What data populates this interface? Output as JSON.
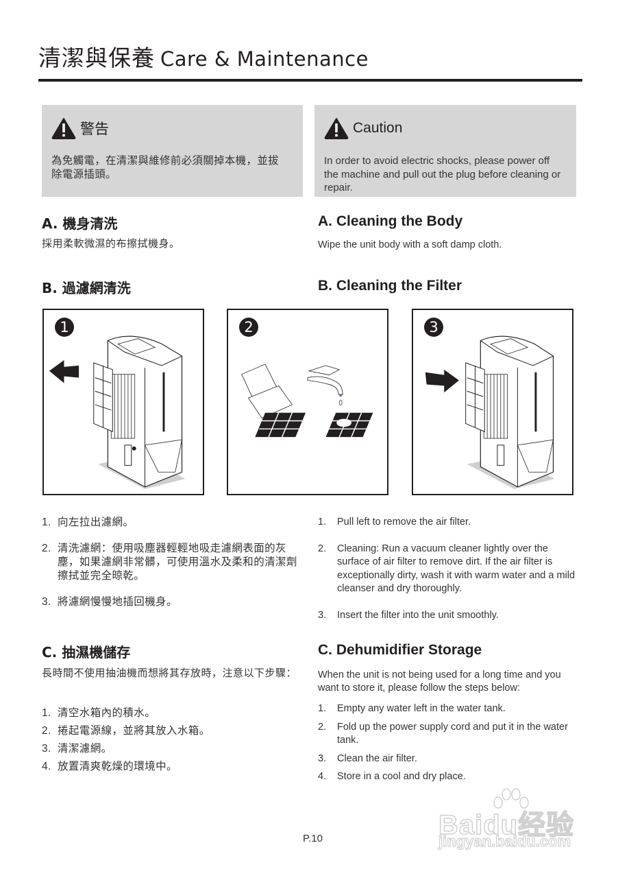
{
  "header": {
    "title_zh": "清潔與保養",
    "title_en": "Care & Maintenance"
  },
  "warning": {
    "zh": {
      "label": "警告",
      "icon": "warning-triangle-icon",
      "text": "為免觸電，在清潔與維修前必須關掉本機，並拔除電源插頭。"
    },
    "en": {
      "label": "Caution",
      "icon": "warning-triangle-icon",
      "text": "In order to avoid electric shocks, please power off the machine and pull out the plug before cleaning or repair."
    }
  },
  "section_a": {
    "zh": {
      "heading": "A. 機身清洗",
      "text": "採用柔軟微濕的布擦拭機身。"
    },
    "en": {
      "heading": "A. Cleaning the Body",
      "text": "Wipe the unit body with a soft damp cloth."
    }
  },
  "section_b": {
    "zh": {
      "heading": "B. 過濾網清洗"
    },
    "en": {
      "heading": "B. Cleaning the Filter"
    },
    "illustrations": [
      {
        "step": "1",
        "depicts": "pull filter out to the left"
      },
      {
        "step": "2",
        "depicts": "vacuum and wash filter"
      },
      {
        "step": "3",
        "depicts": "insert filter back into unit"
      }
    ],
    "steps_zh": [
      {
        "num": "1.",
        "text": "向左拉出濾網。"
      },
      {
        "num": "2.",
        "text": "清洗濾網：使用吸塵器輕輕地吸走濾網表面的灰塵，如果濾網非常髒，可使用溫水及柔和的清潔劑擦拭並完全晾乾。"
      },
      {
        "num": "3.",
        "text": "將濾網慢慢地插回機身。"
      }
    ],
    "steps_en": [
      {
        "num": "1.",
        "text": "Pull left to remove the air filter."
      },
      {
        "num": "2.",
        "text": "Cleaning: Run a vacuum cleaner lightly over the surface of air filter to remove dirt. If the air filter is exceptionally dirty, wash it with warm water and a mild cleanser and dry thoroughly."
      },
      {
        "num": "3.",
        "text": "Insert the filter into the unit smoothly."
      }
    ]
  },
  "section_c": {
    "zh": {
      "heading": "C. 抽濕機儲存",
      "intro": "長時間不使用抽油機而想將其存放時，注意以下步驟：",
      "steps": [
        {
          "num": "1.",
          "text": "清空水箱內的積水。"
        },
        {
          "num": "2.",
          "text": "捲起電源線，並將其放入水箱。"
        },
        {
          "num": "3.",
          "text": "清潔濾網。"
        },
        {
          "num": "4.",
          "text": "放置清爽乾燥的環境中。"
        }
      ]
    },
    "en": {
      "heading": "C. Dehumidifier Storage",
      "intro": "When the unit is not being used for a long time and you want to store it, please follow the steps below:",
      "steps": [
        {
          "num": "1.",
          "text": "Empty any water left in the water tank."
        },
        {
          "num": "2.",
          "text": "Fold up the power supply cord and put it in the water tank."
        },
        {
          "num": "3.",
          "text": "Clean the air filter."
        },
        {
          "num": "4.",
          "text": "Store in a cool and dry place."
        }
      ]
    }
  },
  "footer": {
    "page": "P.10",
    "watermark_brand": "Baidu经验",
    "watermark_url": "jingyan.baidu.com"
  },
  "colors": {
    "text": "#231f20",
    "warning_bg": "#d6d6d6",
    "rule": "#231f20"
  }
}
